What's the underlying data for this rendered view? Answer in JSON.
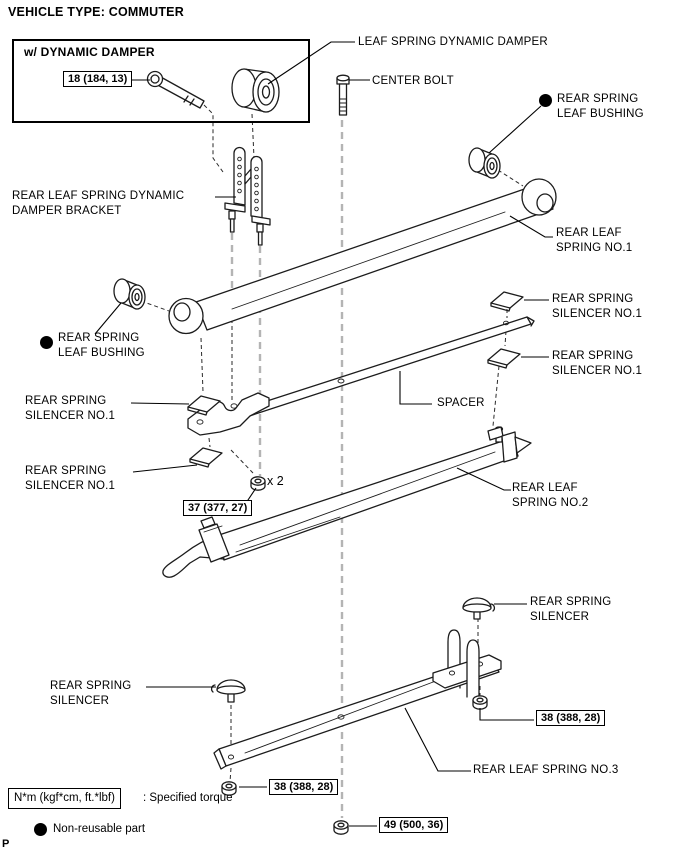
{
  "title": "VEHICLE TYPE: COMMUTER",
  "inset": {
    "label": "w/ DYNAMIC DAMPER",
    "torque": "18 (184, 13)"
  },
  "callouts": {
    "dynamic_damper": "LEAF SPRING DYNAMIC DAMPER",
    "center_bolt": "CENTER BOLT",
    "leaf_bushing_right": "REAR SPRING\nLEAF BUSHING",
    "leaf_spring_1": "REAR LEAF\nSPRING NO.1",
    "damper_bracket": "REAR LEAF SPRING DYNAMIC\nDAMPER BRACKET",
    "leaf_bushing_left": "REAR SPRING\nLEAF BUSHING",
    "silencer_no1_left_top": "REAR SPRING\nSILENCER NO.1",
    "silencer_no1_left_bottom": "REAR SPRING\nSILENCER NO.1",
    "silencer_no1_right_top": "REAR SPRING\nSILENCER NO.1",
    "silencer_no1_right_bottom": "REAR SPRING\nSILENCER NO.1",
    "spacer": "SPACER",
    "quantity_note": "x 2",
    "leaf_spring_2": "REAR LEAF\nSPRING NO.2",
    "spring_silencer_right": "REAR SPRING\nSILENCER",
    "spring_silencer_left": "REAR SPRING\nSILENCER",
    "leaf_spring_3": "REAR LEAF SPRING NO.3"
  },
  "torques": {
    "bracket_nuts": "37 (377, 27)",
    "ubolt_nut_right": "38 (388, 28)",
    "ubolt_nut_left": "38 (388, 28)",
    "shackle_nut": "49 (500, 36)"
  },
  "legend": {
    "unit": "N*m (kgf*cm, ft.*lbf)",
    "unit_desc": ": Specified torque",
    "non_reusable": "Non-reusable part"
  },
  "page_mark": "P",
  "colors": {
    "line": "#1c1c1c",
    "dash_gray": "#b4b4b4",
    "background": "#ffffff"
  }
}
